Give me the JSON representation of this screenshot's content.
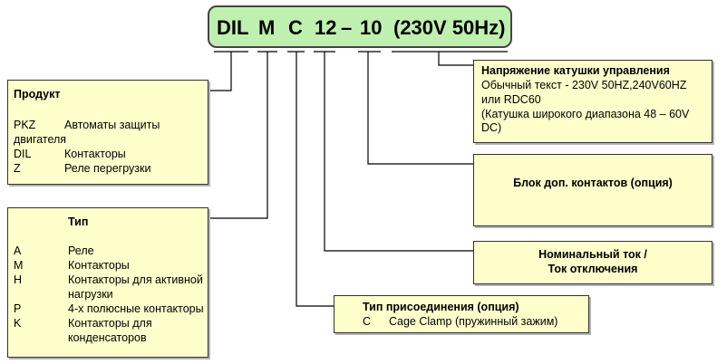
{
  "code": {
    "dil": "DIL",
    "m": "M",
    "c": "C",
    "n12": "12",
    "dash": "–",
    "n10": "10",
    "voltage": "(230V 50Hz)"
  },
  "voltage_box": {
    "title": "Напряжение катушки управления",
    "line1": "Обычный текст - 230V 50HZ,240V60HZ",
    "line2": "или RDC60",
    "line3": "(Катушка широкого диапазона 48 – 60V",
    "line4": "DC)"
  },
  "product_box": {
    "title": "Продукт",
    "items": [
      {
        "code": "PKZ",
        "desc": "Автоматы защиты"
      },
      {
        "code": "",
        "desc": "двигателя"
      },
      {
        "code": "DIL",
        "desc": "Контакторы"
      },
      {
        "code": "Z",
        "desc": "Реле перегрузки"
      }
    ]
  },
  "aux_box": {
    "title": "Блок доп. контактов (опция)"
  },
  "type_box": {
    "title": "Тип",
    "items": [
      {
        "code": "A",
        "desc": "Реле"
      },
      {
        "code": "M",
        "desc": "Контакторы"
      },
      {
        "code": "H",
        "desc": "Контакторы для активной"
      },
      {
        "code": "",
        "desc": "нагрузки"
      },
      {
        "code": "P",
        "desc": "4-х полюсные контакторы"
      },
      {
        "code": "K",
        "desc": "Контакторы для"
      },
      {
        "code": "",
        "desc": "конденсаторов"
      }
    ]
  },
  "current_box": {
    "line1": "Номинальный ток /",
    "line2": "Ток отключения"
  },
  "connection_box": {
    "title": "Тип присоединения  (опция)",
    "code": "C",
    "desc": "Cage Clamp (пружинный зажим)"
  },
  "colors": {
    "code_bg": "#bff0b0",
    "box_bg": "#ffffcc",
    "line": "#000000"
  }
}
